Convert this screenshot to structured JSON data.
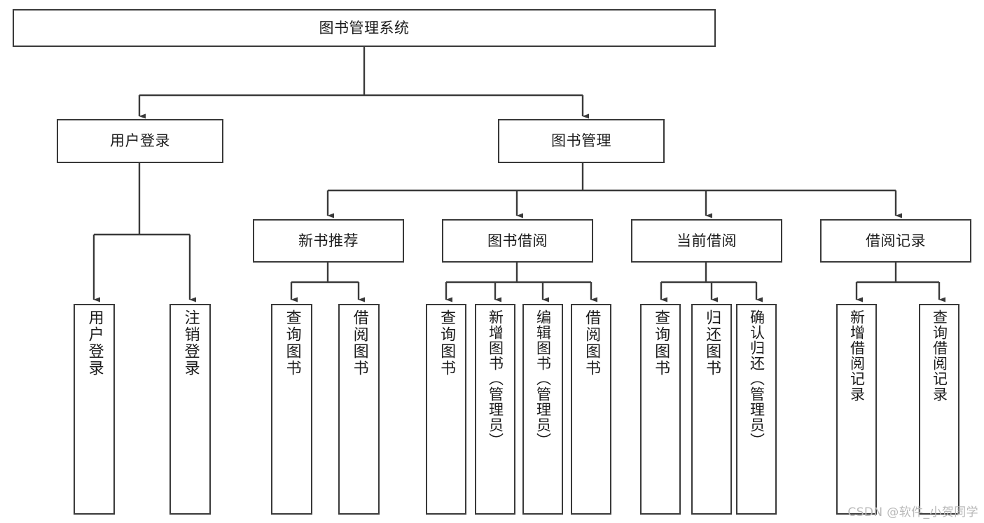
{
  "diagram": {
    "title": "图书管理系统",
    "type": "tree-hierarchy-chart",
    "colors": {
      "box_border": "#3a3a3a",
      "box_fill": "#ffffff",
      "connector": "#3a3a3a",
      "text": "#1c1c1c",
      "watermark": "#b9b9b9"
    },
    "root": {
      "label": "图书管理系统"
    },
    "level2": [
      {
        "label": "用户登录"
      },
      {
        "label": "图书管理"
      }
    ],
    "level3": [
      {
        "label": "新书推荐"
      },
      {
        "label": "图书借阅"
      },
      {
        "label": "当前借阅"
      },
      {
        "label": "借阅记录"
      }
    ],
    "leaves": {
      "user_login": [
        {
          "label": "用户登录"
        },
        {
          "label": "注销登录"
        }
      ],
      "new_book_recommend": [
        {
          "label": "查询图书"
        },
        {
          "label": "借阅图书"
        }
      ],
      "book_borrow": [
        {
          "label": "查询图书"
        },
        {
          "label": "新增图书（管理员）"
        },
        {
          "label": "编辑图书（管理员）"
        },
        {
          "label": "借阅图书"
        }
      ],
      "current_borrow": [
        {
          "label": "查询图书"
        },
        {
          "label": "归还图书"
        },
        {
          "label": "确认归还（管理员）"
        }
      ],
      "borrow_record": [
        {
          "label": "新增借阅记录"
        },
        {
          "label": "查询借阅记录"
        }
      ]
    },
    "watermark": "CSDN @软件_小贺同学"
  }
}
